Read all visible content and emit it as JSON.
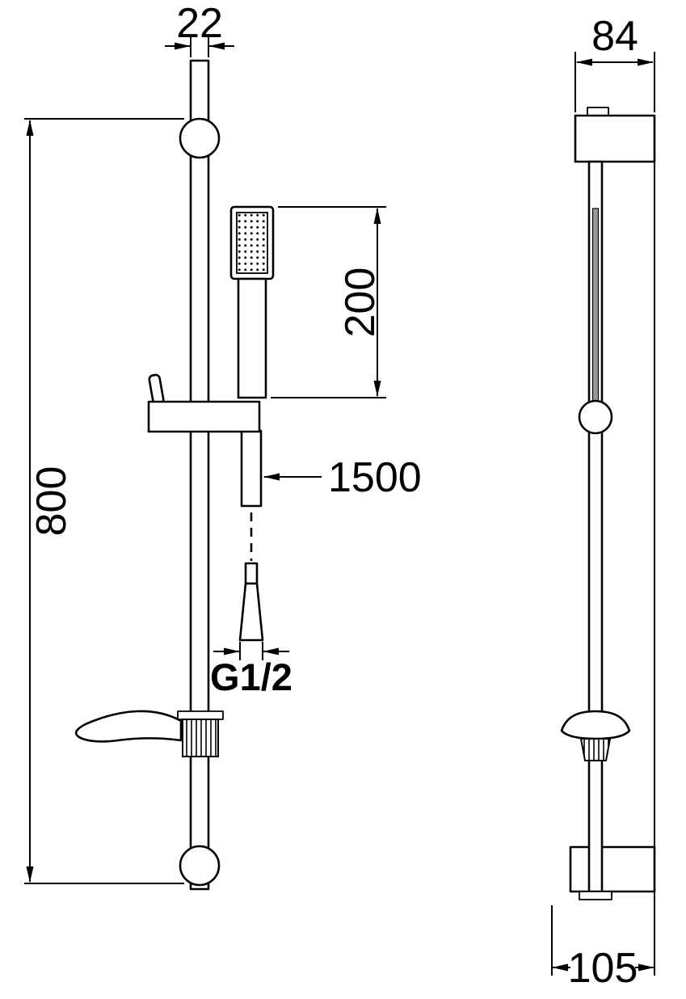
{
  "drawing": {
    "labels": {
      "rail_width": "22",
      "rail_length": "800",
      "handset_length": "200",
      "hose_length": "1500",
      "thread_size": "G1/2",
      "bracket_width": "84",
      "bracket_depth": "105"
    },
    "colors": {
      "line": "#000000",
      "background": "#ffffff",
      "groove_fill": "#999999"
    }
  }
}
